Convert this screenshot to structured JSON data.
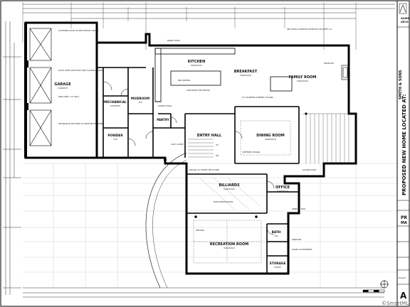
{
  "rooms": {
    "garage": "GARAGE",
    "mechanical": "MECHANICAL",
    "mudroom": "MUDROOM",
    "pantry": "PANTRY",
    "powder": "POWDER",
    "kitchen": "KITCHEN",
    "breakfast": "BREAKFAST",
    "family_room": "FAMILY ROOM",
    "entry_hall": "ENTRY HALL",
    "dining_room": "DINING ROOM",
    "billiards": "BILLIARDS",
    "office": "OFFICE",
    "recreation_room": "RECREATION ROOM",
    "bath": "BATH",
    "storage": "STORAGE"
  },
  "floor_types": {
    "concrete": "CONCRETE",
    "hardwood": "HARDWOOD",
    "tile": "TILE",
    "carpet": "CARPET"
  },
  "notes": {
    "overhead_door": "OUTSWING DOOR AS SELECTED BY OWNER",
    "solid_core": "SOLID CORE DOOR WITH SELF-CLOSING HINGES",
    "insulated": "INSULATED 7'-0\" WALL",
    "decorative_shutters": "DECORATIVE SHUTTERS AS SELECTED BY OWNER",
    "range_hood": "RANGE HOOD",
    "bar_seating": "BAR SEATING",
    "twin_space": "TWIN SPACE FOR FRIDGE",
    "diameter_column": "10\" DIAMETER TAPERED COLUMN",
    "door_window_schedule": "SEE DOOR & WINDOW SCHEDULE ON SHEET A-2",
    "fireplace": "FIREPLACE",
    "pocket_door": "POCKET DOOR",
    "coffered_ceiling": "COFFERED CEILING",
    "coat_closet": "COAT CLOSET",
    "stairs_up": "UP",
    "stairs_dn": "DN",
    "railing": "RAILING TO COMPLY WITH CODE",
    "built_ins": "BUILT-IN BOOKCASES",
    "sliding_door": "SLIDING DOOR",
    "wet_bar": "WET BAR",
    "window_seat": "WINDOW SEAT",
    "grab_bar": "GRAB BAR",
    "interior_stairs": "STAIRS TO BASEMENT"
  },
  "title_block": {
    "firm_line1": "QUIRK",
    "firm_line2": "ARCH",
    "vertical_text": "PROPOSED NEW HOME LOCATED AT:",
    "vertical_text2": "SMITH & SONS",
    "sheet_label": "PR",
    "sheet_label2": "MA",
    "sheet_number": "A",
    "project_label": "Project"
  },
  "watermark": "©SmartMLS"
}
